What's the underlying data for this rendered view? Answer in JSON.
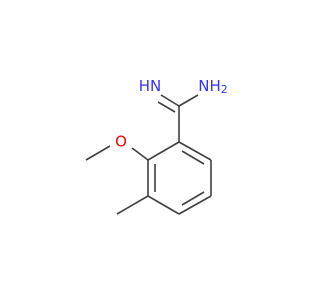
{
  "labels": {
    "imine": "HN",
    "imine_h": "H",
    "imine_n": "N",
    "amine": "NH2",
    "amine_n": "NH",
    "amine_sub": "2",
    "oxygen": "O"
  },
  "colors": {
    "bond": "#404040",
    "nitrogen": "#3333ff",
    "oxygen": "#ff0000",
    "background": "#ffffff"
  }
}
